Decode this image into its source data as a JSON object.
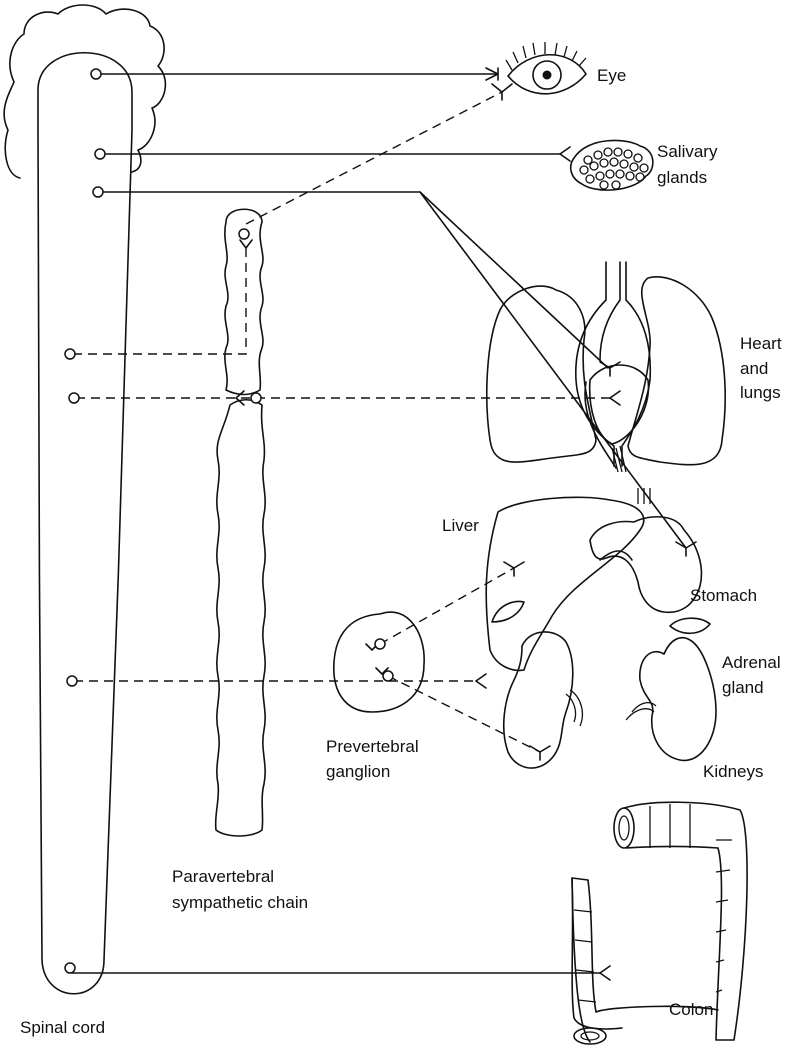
{
  "labels": {
    "eye": "Eye",
    "salivary_1": "Salivary",
    "salivary_2": "glands",
    "heart_1": "Heart",
    "heart_2": "and",
    "heart_3": "lungs",
    "liver": "Liver",
    "stomach": "Stomach",
    "adrenal_1": "Adrenal",
    "adrenal_2": "gland",
    "prevertebral_1": "Prevertebral",
    "prevertebral_2": "ganglion",
    "kidneys": "Kidneys",
    "paravertebral_1": "Paravertebral",
    "paravertebral_2": "sympathetic chain",
    "colon": "Colon",
    "spinal_cord": "Spinal cord"
  }
}
